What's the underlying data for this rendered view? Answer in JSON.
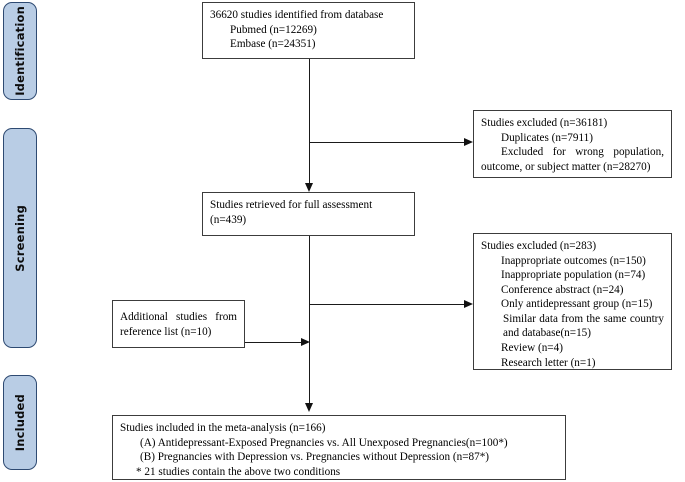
{
  "diagram": {
    "type": "prisma-flow-diagram",
    "phases": [
      {
        "id": "identification",
        "label": "Identification"
      },
      {
        "id": "screening",
        "label": "Screening"
      },
      {
        "id": "included",
        "label": "Included"
      }
    ],
    "boxes": {
      "database_search": {
        "line1": "36620 studies identified from database",
        "line2": "Pubmed (n=12269)",
        "line3": "Embase (n=24351)"
      },
      "excluded_screening": {
        "line1": "Studies excluded (n=36181)",
        "line2": "Duplicates (n=7911)",
        "line3": "Excluded for wrong population, outcome, or subject matter (n=28270)"
      },
      "full_assessment": {
        "line1": "Studies retrieved for full assessment",
        "line2": "(n=439)"
      },
      "excluded_full_text": {
        "line1": "Studies excluded (n=283)",
        "line2": "Inappropriate outcomes (n=150)",
        "line3": "Inappropriate population (n=74)",
        "line4": "Conference abstract (n=24)",
        "line5": "Only antidepressant group (n=15)",
        "line6": "Similar data from the same country and database(n=15)",
        "line7": "Review (n=4)",
        "line8": "Research letter (n=1)"
      },
      "additional_records": {
        "line1": "Additional studies from reference list (n=10)"
      },
      "included_studies": {
        "line1": "Studies included in the meta-analysis (n=166)",
        "line2": "(A) Antidepressant-Exposed Pregnancies vs. All Unexposed Pregnancies(n=100*)",
        "line3": "(B) Pregnancies with Depression vs. Pregnancies without Depression (n=87*)",
        "line4": "*   21 studies contain the above two conditions"
      }
    },
    "colors": {
      "phase_fill": "#b9cde5",
      "phase_border": "#2e4a72",
      "box_border": "#3c3c3c",
      "connector": "#1a1a1a",
      "text": "#000000",
      "background": "#ffffff"
    }
  }
}
